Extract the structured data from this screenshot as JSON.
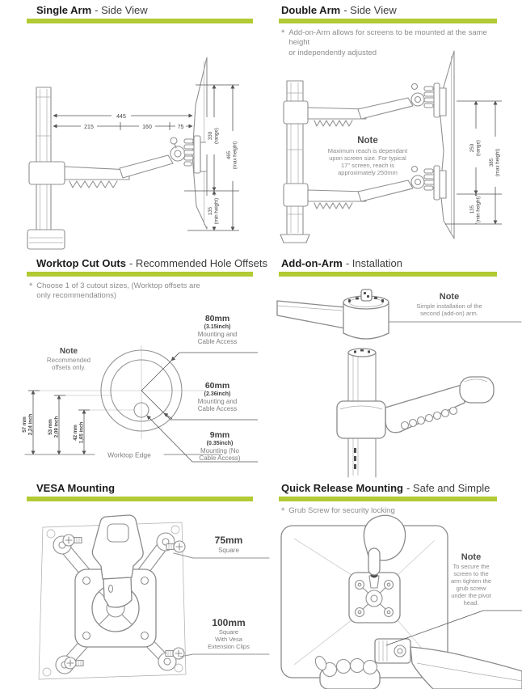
{
  "page": {
    "accent": "#b2ca33"
  },
  "single_arm": {
    "title": "Single Arm",
    "subtitle": "- Side View",
    "dims": {
      "d445": "445",
      "d215": "215",
      "d160": "160",
      "d75": "75",
      "range": "330",
      "range_sub": "(range)",
      "max": "465",
      "max_sub": "(max height)",
      "min": "135",
      "min_sub": "(min height)"
    }
  },
  "double_arm": {
    "title": "Double Arm",
    "subtitle": "- Side View",
    "bullet_line1": "Add-on-Arm allows for screens to be mounted at the same height",
    "bullet_line2": "or independently adjusted",
    "note_title": "Note",
    "note_lines": [
      "Maximum reach is dependant",
      "upon screen size. For typical",
      "17\" screen, reach is",
      "approximately 250mm"
    ],
    "dims": {
      "range": "250",
      "range_sub": "(range)",
      "max": "385",
      "max_sub": "(max height)",
      "min": "135",
      "min_sub": "(min height)"
    }
  },
  "worktop": {
    "title": "Worktop Cut Outs",
    "subtitle": "- Recommended Hole Offsets",
    "bullet_line1": "Choose 1 of 3 cutout sizes, (Worktop offsets are",
    "bullet_line2": "only recommendations)",
    "note_title": "Note",
    "note_line1": "Recommended",
    "note_line2": "offsets only.",
    "offset1_mm": "57 mm",
    "offset1_in": "2,24 inch",
    "offset2_mm": "53 mm",
    "offset2_in": "2,09 inch",
    "offset3_mm": "42 mm",
    "offset3_in": "1,65 inch",
    "hole80_size": "80mm",
    "hole80_inch": "(3.15inch)",
    "hole80_l1": "Mounting and",
    "hole80_l2": "Cable Access",
    "hole60_size": "60mm",
    "hole60_inch": "(2.36inch)",
    "hole60_l1": "Mounting and",
    "hole60_l2": "Cable Access",
    "hole9_size": "9mm",
    "hole9_inch": "(0.35inch)",
    "hole9_l1": "Mounting (No",
    "hole9_l2": "Cable Access)",
    "edge_label": "Worktop Edge"
  },
  "addon": {
    "title": "Add-on-Arm",
    "subtitle": "- Installation",
    "note_title": "Note",
    "note_line1": "Simple installation of the",
    "note_line2": "second (add-on) arm."
  },
  "vesa": {
    "title": "VESA Mounting",
    "subtitle": "",
    "l75_size": "75mm",
    "l75_sub": "Square",
    "l100_size": "100mm",
    "l100_l1": "Square",
    "l100_l2": "With Vesa",
    "l100_l3": "Extension Clips"
  },
  "quick": {
    "title": "Quick Release Mounting",
    "subtitle": "- Safe and Simple",
    "bullet": "Grub Screw for security locking",
    "note_title": "Note",
    "note_lines": [
      "To secure the",
      "screen to the",
      "arm tighten the",
      "grub screw",
      "under the pivot",
      "head."
    ]
  }
}
